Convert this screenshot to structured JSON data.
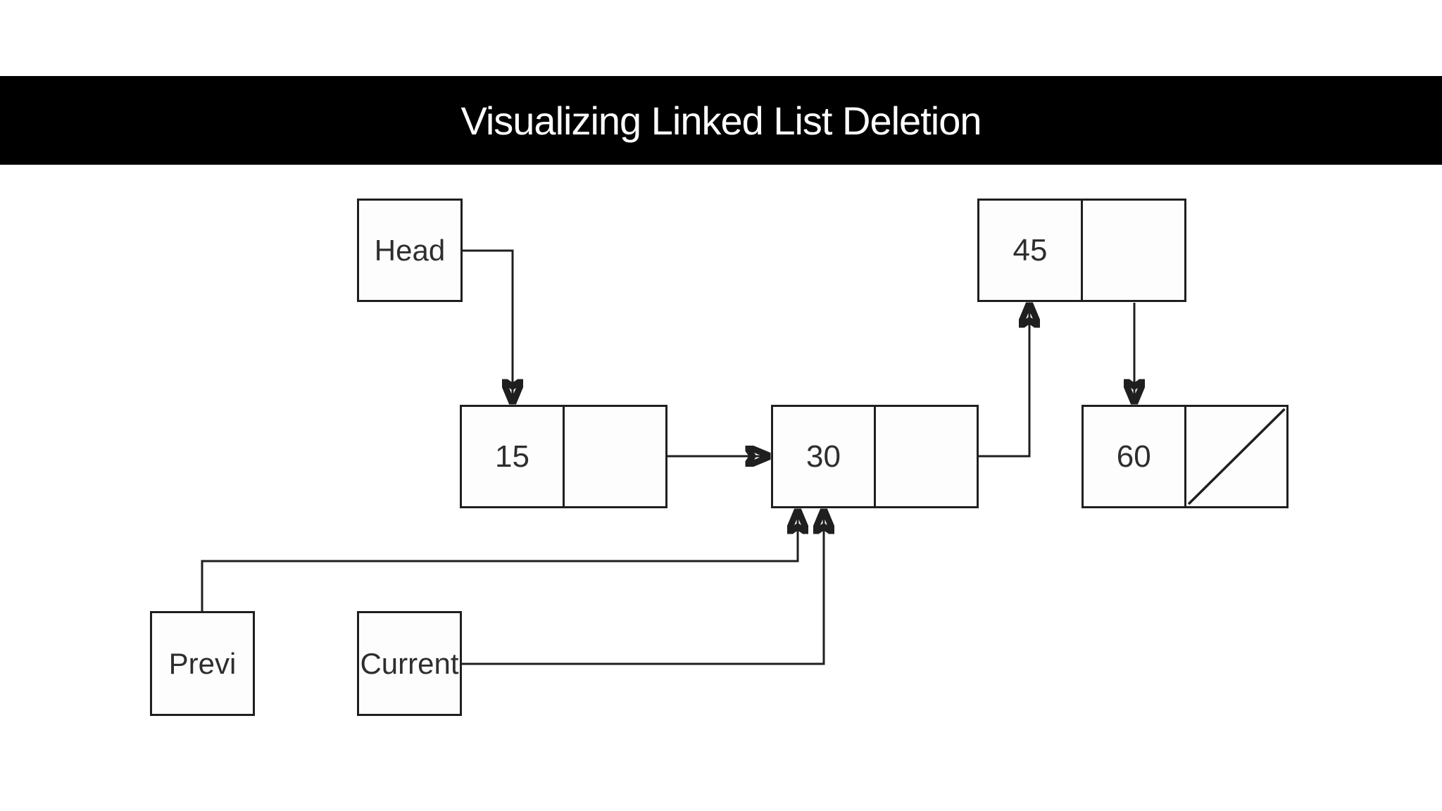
{
  "title": "Visualizing Linked List Deletion",
  "pointers": {
    "head": "Head",
    "previous": "Previ",
    "current": "Current"
  },
  "nodes": [
    {
      "value": "15"
    },
    {
      "value": "30"
    },
    {
      "value": "45"
    },
    {
      "value": "60",
      "next": "null"
    }
  ],
  "connectors": [
    "head-to-node-15",
    "node-15-to-node-30",
    "node-30-to-node-45",
    "node-45-to-node-60",
    "previous-to-node-30",
    "current-to-node-30"
  ],
  "colors": {
    "page_bg": "#ffffff",
    "banner_bg": "#000000",
    "banner_text": "#ffffff",
    "line": "#1f1f1f",
    "box_border": "#1f1f1f",
    "box_fill": "#fdfdfd",
    "label_text": "#2e2e2e"
  }
}
